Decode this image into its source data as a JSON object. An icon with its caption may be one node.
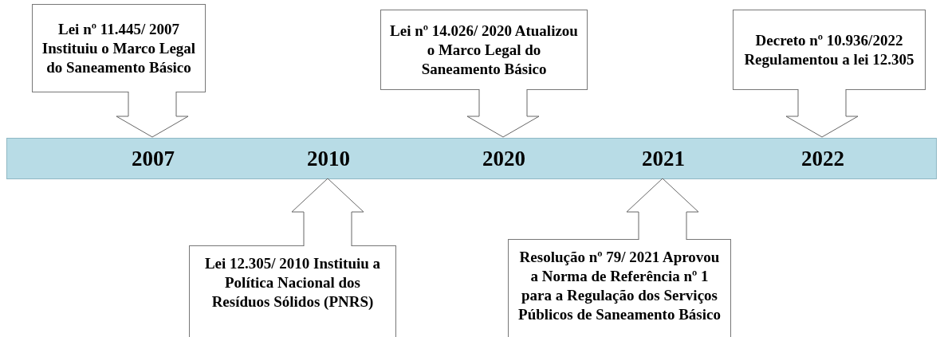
{
  "diagram": {
    "nodes": [
      {
        "text": [
          "Lei nº 11.445/ 2007 Instituiu o Marco Legal do Saneamento Básico"
        ]
      },
      {
        "text": [
          "Lei nº 14.026/ 2020 Atualizou o Marco Legal do Saneamento Básico"
        ]
      },
      {
        "text": [
          "Decreto nº 10.936/2022 Regulamentou a lei 12.305"
        ]
      },
      {
        "text": [],
        "shape": "bar"
      },
      {
        "text": [
          "2007"
        ],
        "in": 3
      },
      {
        "text": [
          "2010"
        ],
        "in": 3
      },
      {
        "text": [
          "2020"
        ],
        "in": 3
      },
      {
        "text": [
          "2021"
        ],
        "in": 3
      },
      {
        "text": [
          "2022"
        ],
        "in": 3
      },
      {
        "text": [
          "Lei 12.305/ 2010 Instituiu a Política Nacional dos Resíduos Sólidos (PNRS)"
        ]
      },
      {
        "text": [
          "Resolução nº 79/ 2021 Aprovou a Norma de Referência nº 1 para a Regulação dos Serviços Públicos de Saneamento Básico"
        ]
      }
    ],
    "edges": [
      {
        "from": 0,
        "to": 4,
        "arrow": "to"
      },
      {
        "from": 1,
        "to": 6,
        "arrow": "to"
      },
      {
        "from": 2,
        "to": 8,
        "arrow": "to"
      },
      {
        "from": 9,
        "to": 5,
        "arrow": "to"
      },
      {
        "from": 10,
        "to": 7,
        "arrow": "to"
      }
    ]
  }
}
